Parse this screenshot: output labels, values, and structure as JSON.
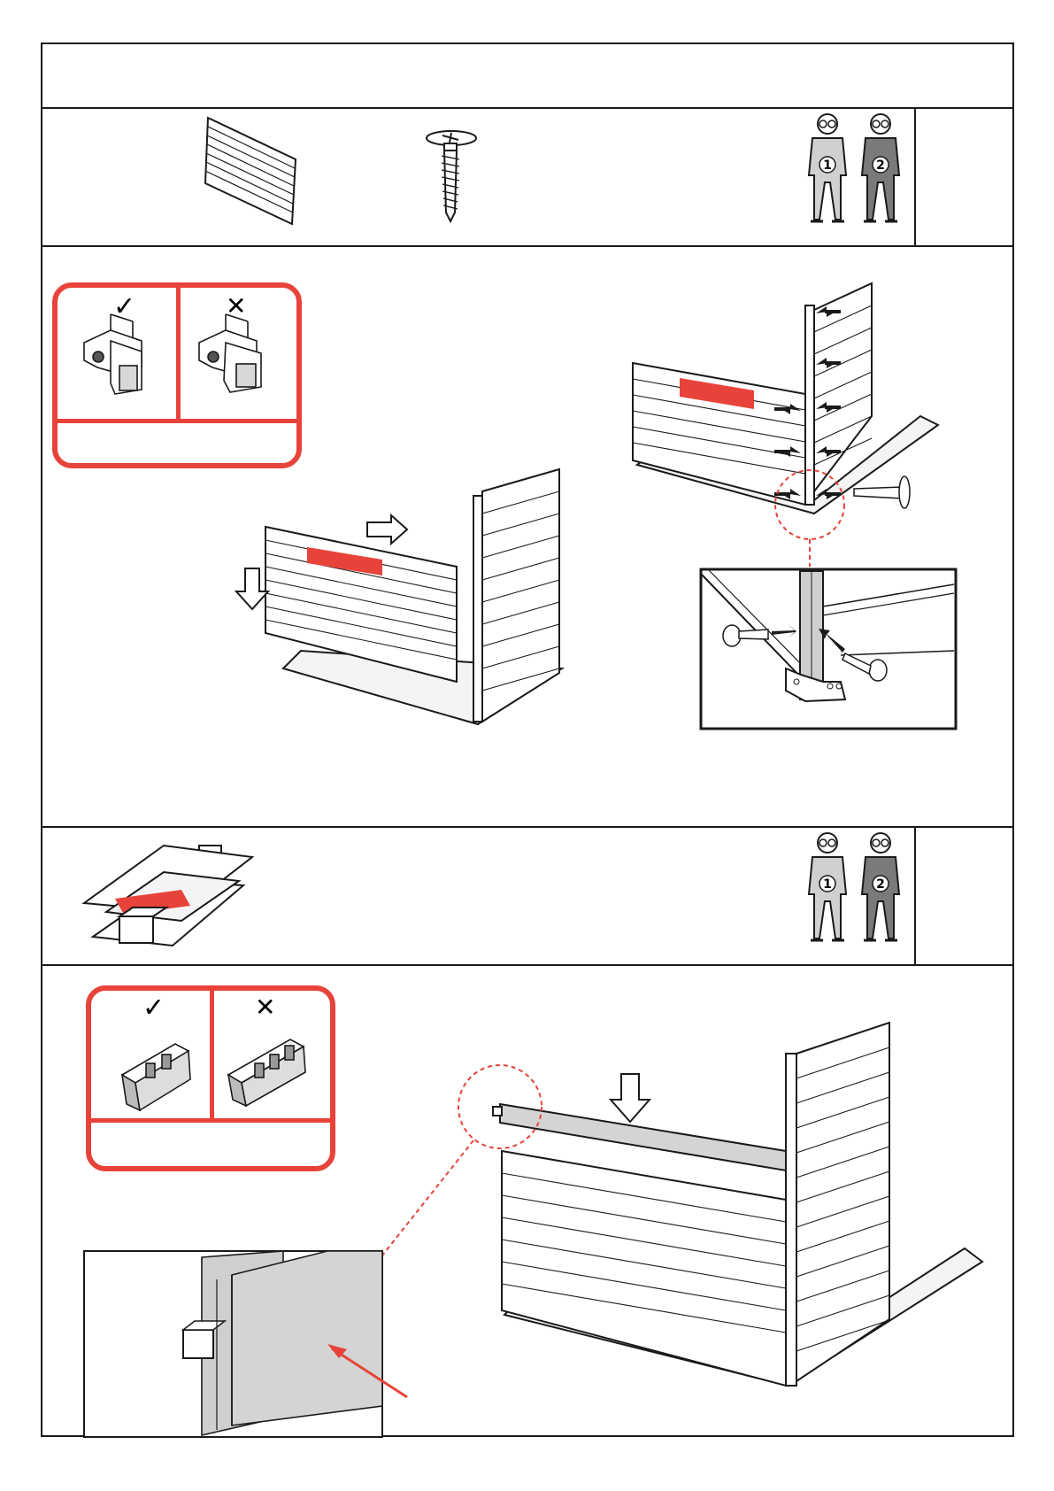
{
  "page": {
    "title_row": "",
    "step1": {
      "parts": [
        {
          "icon": "wall-panel-icon",
          "label": ""
        },
        {
          "icon": "screw-icon",
          "label": ""
        }
      ],
      "workers": [
        {
          "icon": "worker-icon",
          "number": "1",
          "color": "#d0d0d0"
        },
        {
          "icon": "worker-icon",
          "number": "2",
          "color": "#7a7a7a"
        }
      ],
      "callout": {
        "correct_mark": "✓",
        "wrong_mark": "✕",
        "caption": ""
      }
    },
    "step2": {
      "parts": [
        {
          "icon": "top-rail-piece-icon",
          "label": ""
        }
      ],
      "workers": [
        {
          "icon": "worker-icon",
          "number": "1",
          "color": "#d0d0d0"
        },
        {
          "icon": "worker-icon",
          "number": "2",
          "color": "#7a7a7a"
        }
      ],
      "callout": {
        "correct_mark": "✓",
        "wrong_mark": "✕",
        "caption": ""
      }
    }
  },
  "colors": {
    "accent_red": "#e8433a",
    "line": "#1a1a1a",
    "panel_gray": "#d4d4d4"
  }
}
